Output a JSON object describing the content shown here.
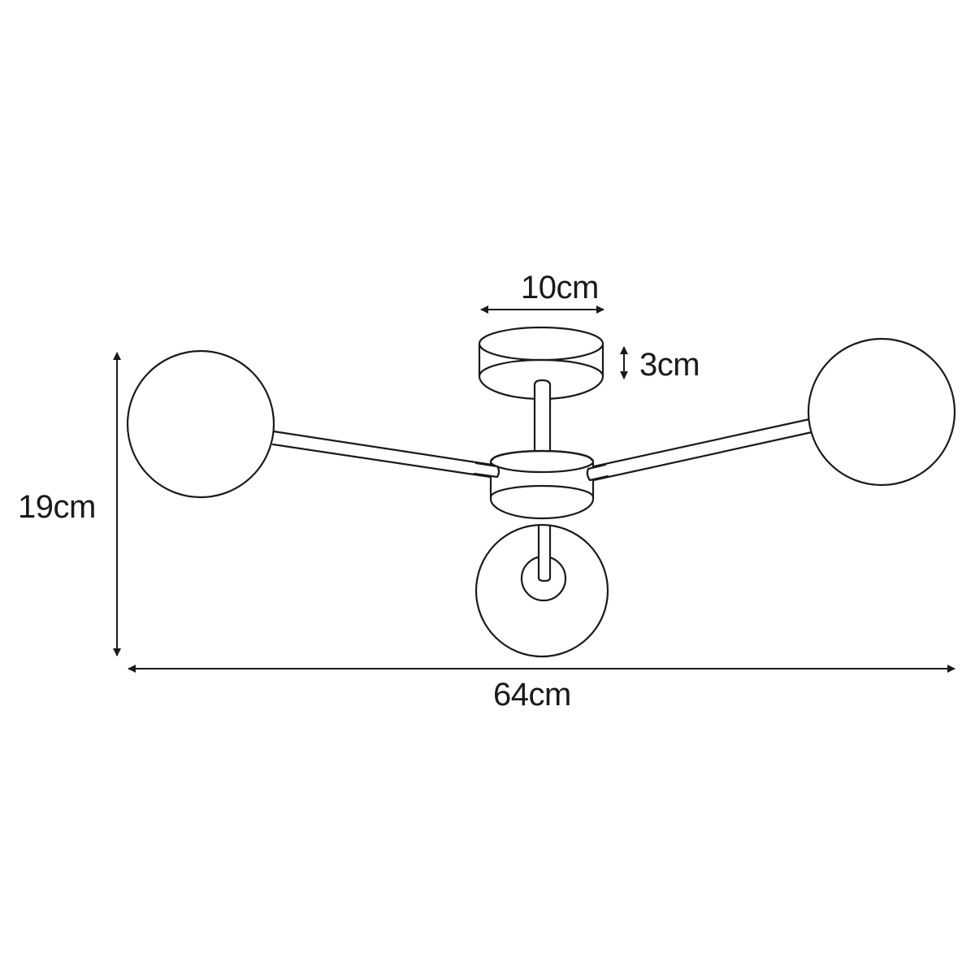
{
  "diagram": {
    "type": "technical dimension drawing",
    "subject": "three-globe ceiling lamp",
    "stroke_color": "#1a1a1a",
    "background": "#ffffff",
    "dimensions": {
      "canopy_width": "10cm",
      "canopy_height": "3cm",
      "total_height": "19cm",
      "total_width": "64cm"
    },
    "components": [
      {
        "name": "ceiling canopy"
      },
      {
        "name": "stem"
      },
      {
        "name": "central hub"
      },
      {
        "name": "left arm"
      },
      {
        "name": "right arm"
      },
      {
        "name": "left globe"
      },
      {
        "name": "right globe"
      },
      {
        "name": "bottom globe"
      }
    ]
  }
}
